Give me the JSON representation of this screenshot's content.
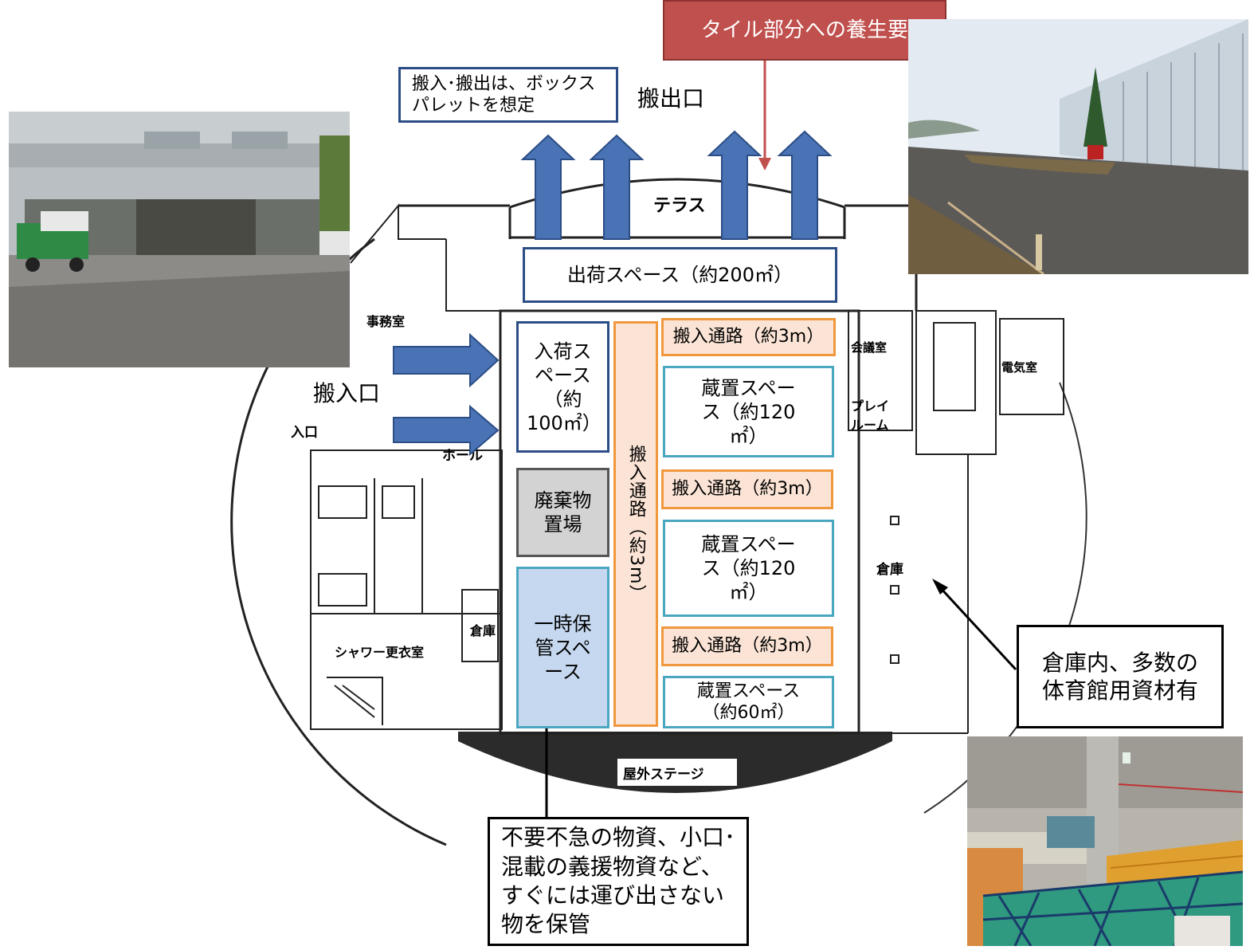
{
  "callouts": {
    "tile": "タイル部分への養生要",
    "box_pallet": "搬入･搬出は、ボックスパレットを想定",
    "warehouse_materials": "倉庫内、多数の体育館用資材有",
    "temporary_storage_note": "不要不急の物資、小口･混載の義援物資など、すぐには運び出さない物を保管"
  },
  "labels": {
    "exit": "搬出口",
    "entrance": "搬入口"
  },
  "zones": {
    "shipping": "出荷スペース（約200㎡）",
    "receiving": "入荷スペース（約100㎡）",
    "waste": "廃棄物置場",
    "temp_storage": "一時保管スペース",
    "corridor_vertical": "搬入通路（約3m）",
    "corridor_1": "搬入通路（約3m）",
    "corridor_2": "搬入通路（約3m）",
    "corridor_3": "搬入通路（約3m）",
    "storage_1": "蔵置スペース（約120㎡）",
    "storage_2": "蔵置スペース（約120㎡）",
    "storage_3": "蔵置スペース（約60㎡）"
  },
  "floorplan_labels": {
    "terrace": "テラス",
    "office": "事務室",
    "conference": "会議室",
    "electrical": "電気室",
    "playroom": "プレイルーム",
    "entry": "入口",
    "hall": "ホール",
    "warehouse_small": "倉庫",
    "warehouse_large": "倉庫",
    "shower": "シャワー更衣室",
    "outdoor_stage": "屋外ステージ"
  },
  "colors": {
    "navy_border": "#2c4d85",
    "arrow_blue": "#4a73b5",
    "red_callout": "#c0504d",
    "teal_border": "#4aa7c0",
    "orange_border": "#f0983e",
    "orange_fill": "#fbe4d5",
    "lightblue_fill": "#c6d8ef"
  }
}
